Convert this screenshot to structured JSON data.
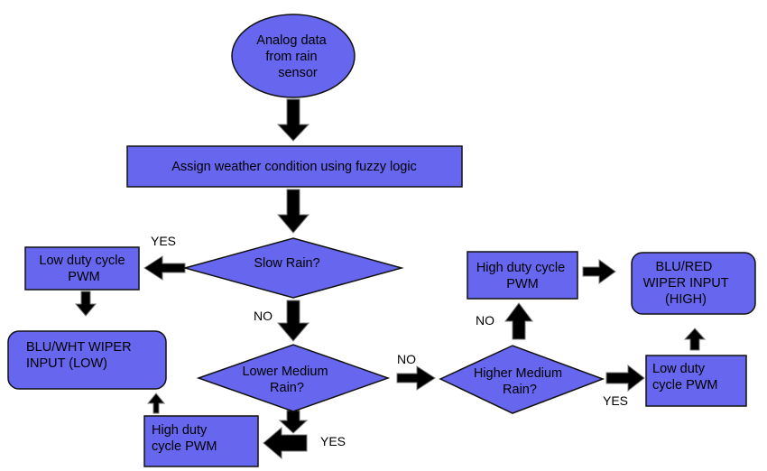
{
  "nodes": {
    "start": [
      "Analog data",
      "from rain",
      "sensor"
    ],
    "assign": [
      "Assign weather condition using fuzzy logic"
    ],
    "slow_rain": [
      "Slow Rain?"
    ],
    "low_duty_1": [
      "Low duty cycle",
      "PWM"
    ],
    "blu_wht": [
      "BLU/WHT WIPER",
      "INPUT (LOW)"
    ],
    "lower_medium": [
      "Lower Medium",
      "Rain?"
    ],
    "high_duty_1": [
      "High duty",
      "cycle PWM"
    ],
    "higher_medium": [
      "Higher Medium",
      "Rain?"
    ],
    "high_duty_2": [
      "High duty cycle",
      "PWM"
    ],
    "blu_red": [
      "BLU/RED",
      "WIPER INPUT",
      "(HIGH)"
    ],
    "low_duty_2": [
      "Low duty",
      "cycle PWM"
    ]
  },
  "edge_labels": {
    "slow_yes": "YES",
    "slow_no": "NO",
    "lower_no": "NO",
    "lower_yes": "YES",
    "higher_no": "NO",
    "higher_yes": "YES"
  },
  "colors": {
    "shape_fill": "#6666ee",
    "arrow": "#000000"
  }
}
